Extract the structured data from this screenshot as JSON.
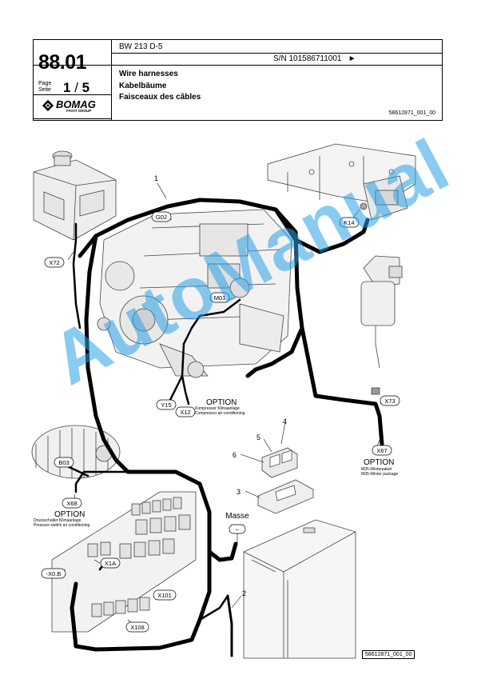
{
  "header": {
    "doc_number": "88.01",
    "page_label_en": "Page",
    "page_label_de": "Seite",
    "page_current": "1",
    "page_sep": "/",
    "page_total": "5",
    "model": "BW 213 D-5",
    "serial": "S/N 101586711001",
    "serial_arrow": "►",
    "title_en": "Wire harnesses",
    "title_de": "Kabelbäume",
    "title_fr": "Faisceaux des câbles",
    "ref": "58612871_001_00",
    "logo_word": "BOMAG",
    "logo_sub": "FAYAT GROUP"
  },
  "diagram": {
    "callouts": {
      "g02": "G02",
      "k14": "K14",
      "x72": "X72",
      "m01": "M01",
      "y15": "Y15",
      "x12": "X12",
      "x73": "X73",
      "x67": "X67",
      "b03": "B03",
      "x68": "X68",
      "x1a": "X1A",
      "x0b": "-X0.B",
      "x101": "X101",
      "x108": "X108"
    },
    "numbers": {
      "n1": "1",
      "n2": "2",
      "n3": "3",
      "n4": "4",
      "n5": "5",
      "n6": "6"
    },
    "masse_label": "Masse",
    "masse_symbol": "−",
    "option_compressor": {
      "title": "OPTION",
      "line_de": "Kompressor Klimaanlage",
      "line_en": "Compressor air-conditioning"
    },
    "option_winter": {
      "title": "OPTION",
      "line_de": "M35-Winterpaket",
      "line_en": "M35-Winter package"
    },
    "option_pressure": {
      "title": "OPTION",
      "line_de": "Druckschalter Klimaanlage",
      "line_en": "Pressure switch air conditioning"
    }
  },
  "watermark": "AutoManual",
  "footer": {
    "ref": "58612871_001_00"
  }
}
